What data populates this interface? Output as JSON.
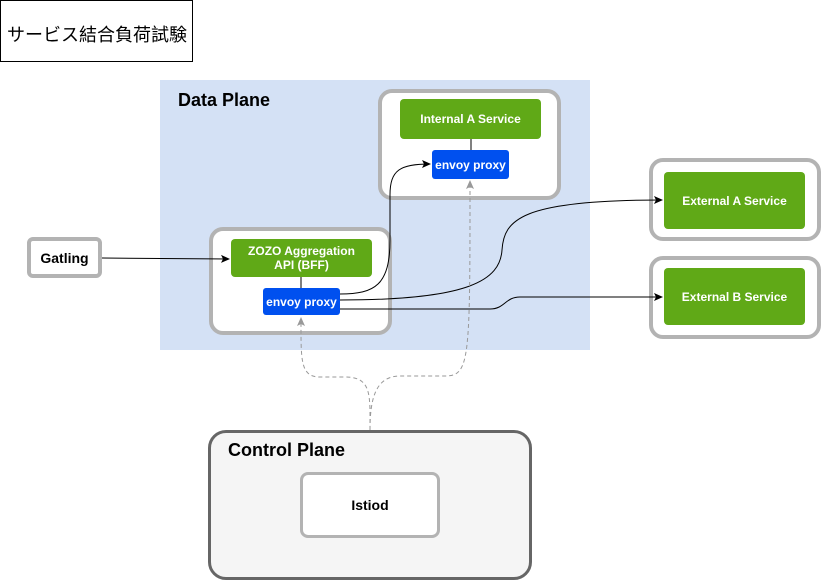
{
  "title": "サービス結合負荷試験",
  "data_plane": {
    "label": "Data Plane"
  },
  "gatling": {
    "label": "Gatling"
  },
  "bff": {
    "label": "ZOZO Aggregation API (BFF)",
    "proxy_label": "envoy proxy"
  },
  "internal_a": {
    "label": "Internal A Service",
    "proxy_label": "envoy proxy"
  },
  "external_a": {
    "label": "External A Service"
  },
  "external_b": {
    "label": "External B Service"
  },
  "control_plane": {
    "label": "Control Plane",
    "istiod_label": "Istiod"
  },
  "colors": {
    "service_green": "#60a917",
    "envoy_blue": "#0050ef",
    "data_plane_bg": "#d4e1f5",
    "frame_gray": "#b3b3b3",
    "control_border": "#666666"
  }
}
